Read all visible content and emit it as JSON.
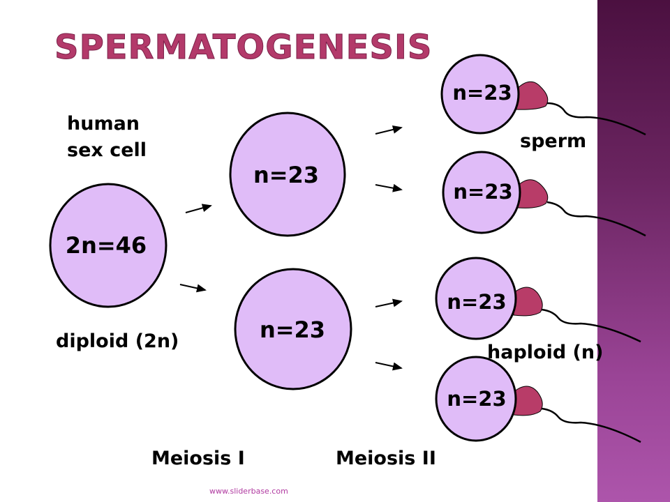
{
  "title": "SPERMATOGENESIS",
  "labels": {
    "human_sex_cell_line1": "human",
    "human_sex_cell_line2": "sex cell",
    "diploid": "diploid (2n)",
    "sperm": "sperm",
    "haploid": "haploid (n)",
    "meiosis1": "Meiosis I",
    "meiosis2": "Meiosis II"
  },
  "cells": {
    "parent": "2n=46",
    "meiosis1_top": "n=23",
    "meiosis1_bottom": "n=23",
    "sperm": [
      "n=23",
      "n=23",
      "n=23",
      "n=23"
    ]
  },
  "footer": "www.sliderbase.com",
  "colors": {
    "cell_fill": "#e0bcf8",
    "sperm_head": "#b83c68",
    "title": "#b33a6a"
  }
}
